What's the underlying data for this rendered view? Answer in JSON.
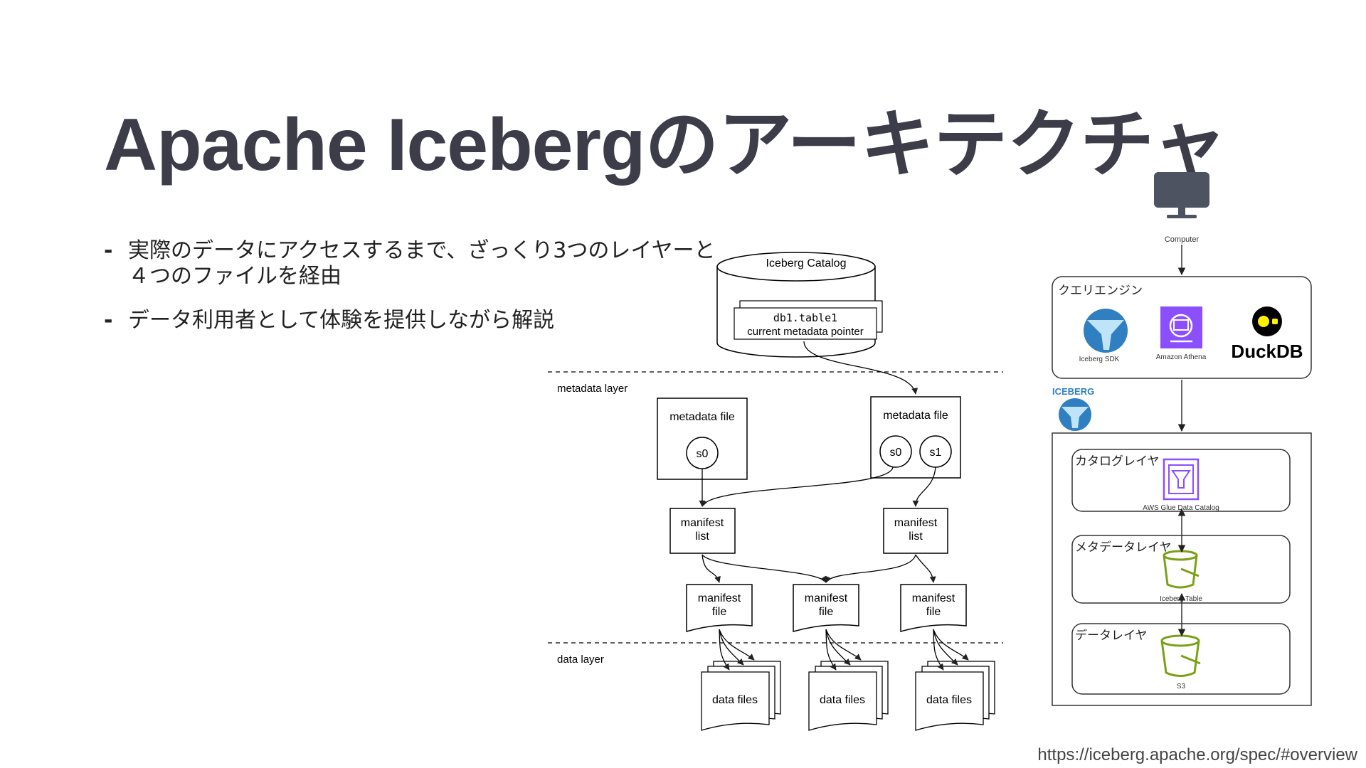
{
  "title": "Apache Icebergのアーキテクチャ",
  "bullets": [
    {
      "line1": "実際のデータにアクセスするまで、ざっくり3つのレイヤーと",
      "line2": "４つのファイルを経由"
    },
    {
      "line1": "データ利用者として体験を提供しながら解説",
      "line2": ""
    }
  ],
  "spec_diagram": {
    "catalog_title": "Iceberg Catalog",
    "table_name": "db1.table1",
    "pointer_label": "current metadata pointer",
    "metadata_layer_label": "metadata layer",
    "data_layer_label": "data layer",
    "metadata_file_label": "metadata file",
    "snapshot_s0": "s0",
    "snapshot_s1": "s1",
    "manifest_list_line1": "manifest",
    "manifest_list_line2": "list",
    "manifest_file_line1": "manifest",
    "manifest_file_line2": "file",
    "data_files_label": "data files"
  },
  "aws_diagram": {
    "computer_label": "Computer",
    "query_engine_title": "クエリエンジン",
    "iceberg_sdk_label": "Iceberg SDK",
    "athena_label": "Amazon Athena",
    "duckdb_label": "DuckDB",
    "iceberg_logo_text": "ICEBERG",
    "catalog_layer_title": "カタログレイヤ",
    "glue_label": "AWS Glue Data Catalog",
    "metadata_layer_title": "メタデータレイヤ",
    "iceberg_table_label": "Iceberg Table",
    "data_layer_title": "データレイヤ",
    "s3_label": "S3"
  },
  "colors": {
    "title": "#3d3d4a",
    "iceberg_blue": "#2f7fc1",
    "athena_purple": "#8c4fff",
    "s3_green": "#7aa116"
  },
  "source_url": "https://iceberg.apache.org/spec/#overview"
}
